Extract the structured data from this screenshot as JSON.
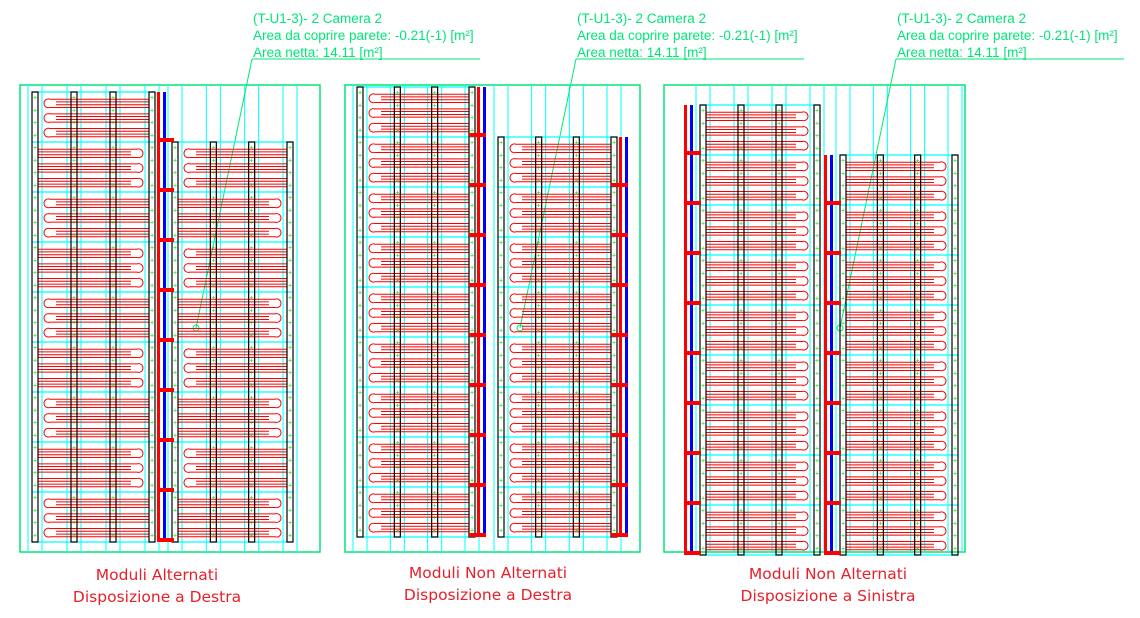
{
  "panels": [
    {
      "label": {
        "line1": "(T-U1-3)-   2 Camera 2",
        "line2": "Area da coprire parete: -0.21(-1) [m²]",
        "line3": "Area netta: 14.11 [m²]"
      },
      "caption": {
        "line1": "Moduli Alternati",
        "line2": "Disposizione a Destra"
      },
      "left_modules": 9,
      "right_modules": 8
    },
    {
      "label": {
        "line1": "(T-U1-3)-   2 Camera 2",
        "line2": "Area da coprire parete: -0.21(-1) [m²]",
        "line3": "Area netta: 14.11 [m²]"
      },
      "caption": {
        "line1": "Moduli Non Alternati",
        "line2": "Disposizione a Destra"
      },
      "left_modules": 9,
      "right_modules": 8
    },
    {
      "label": {
        "line1": "(T-U1-3)-   2 Camera 2",
        "line2": "Area da coprire parete: -0.21(-1) [m²]",
        "line3": "Area netta: 14.11 [m²]"
      },
      "caption": {
        "line1": "Moduli Non Alternati",
        "line2": "Disposizione a Sinistra"
      },
      "left_modules": 9,
      "right_modules": 8
    }
  ],
  "colors": {
    "pipe_red": "#ff0000",
    "pipe_blue": "#0000ff",
    "guide": "#00ffff",
    "frame": "#00e676",
    "rail": "#000000",
    "caption": "#e8202a"
  }
}
